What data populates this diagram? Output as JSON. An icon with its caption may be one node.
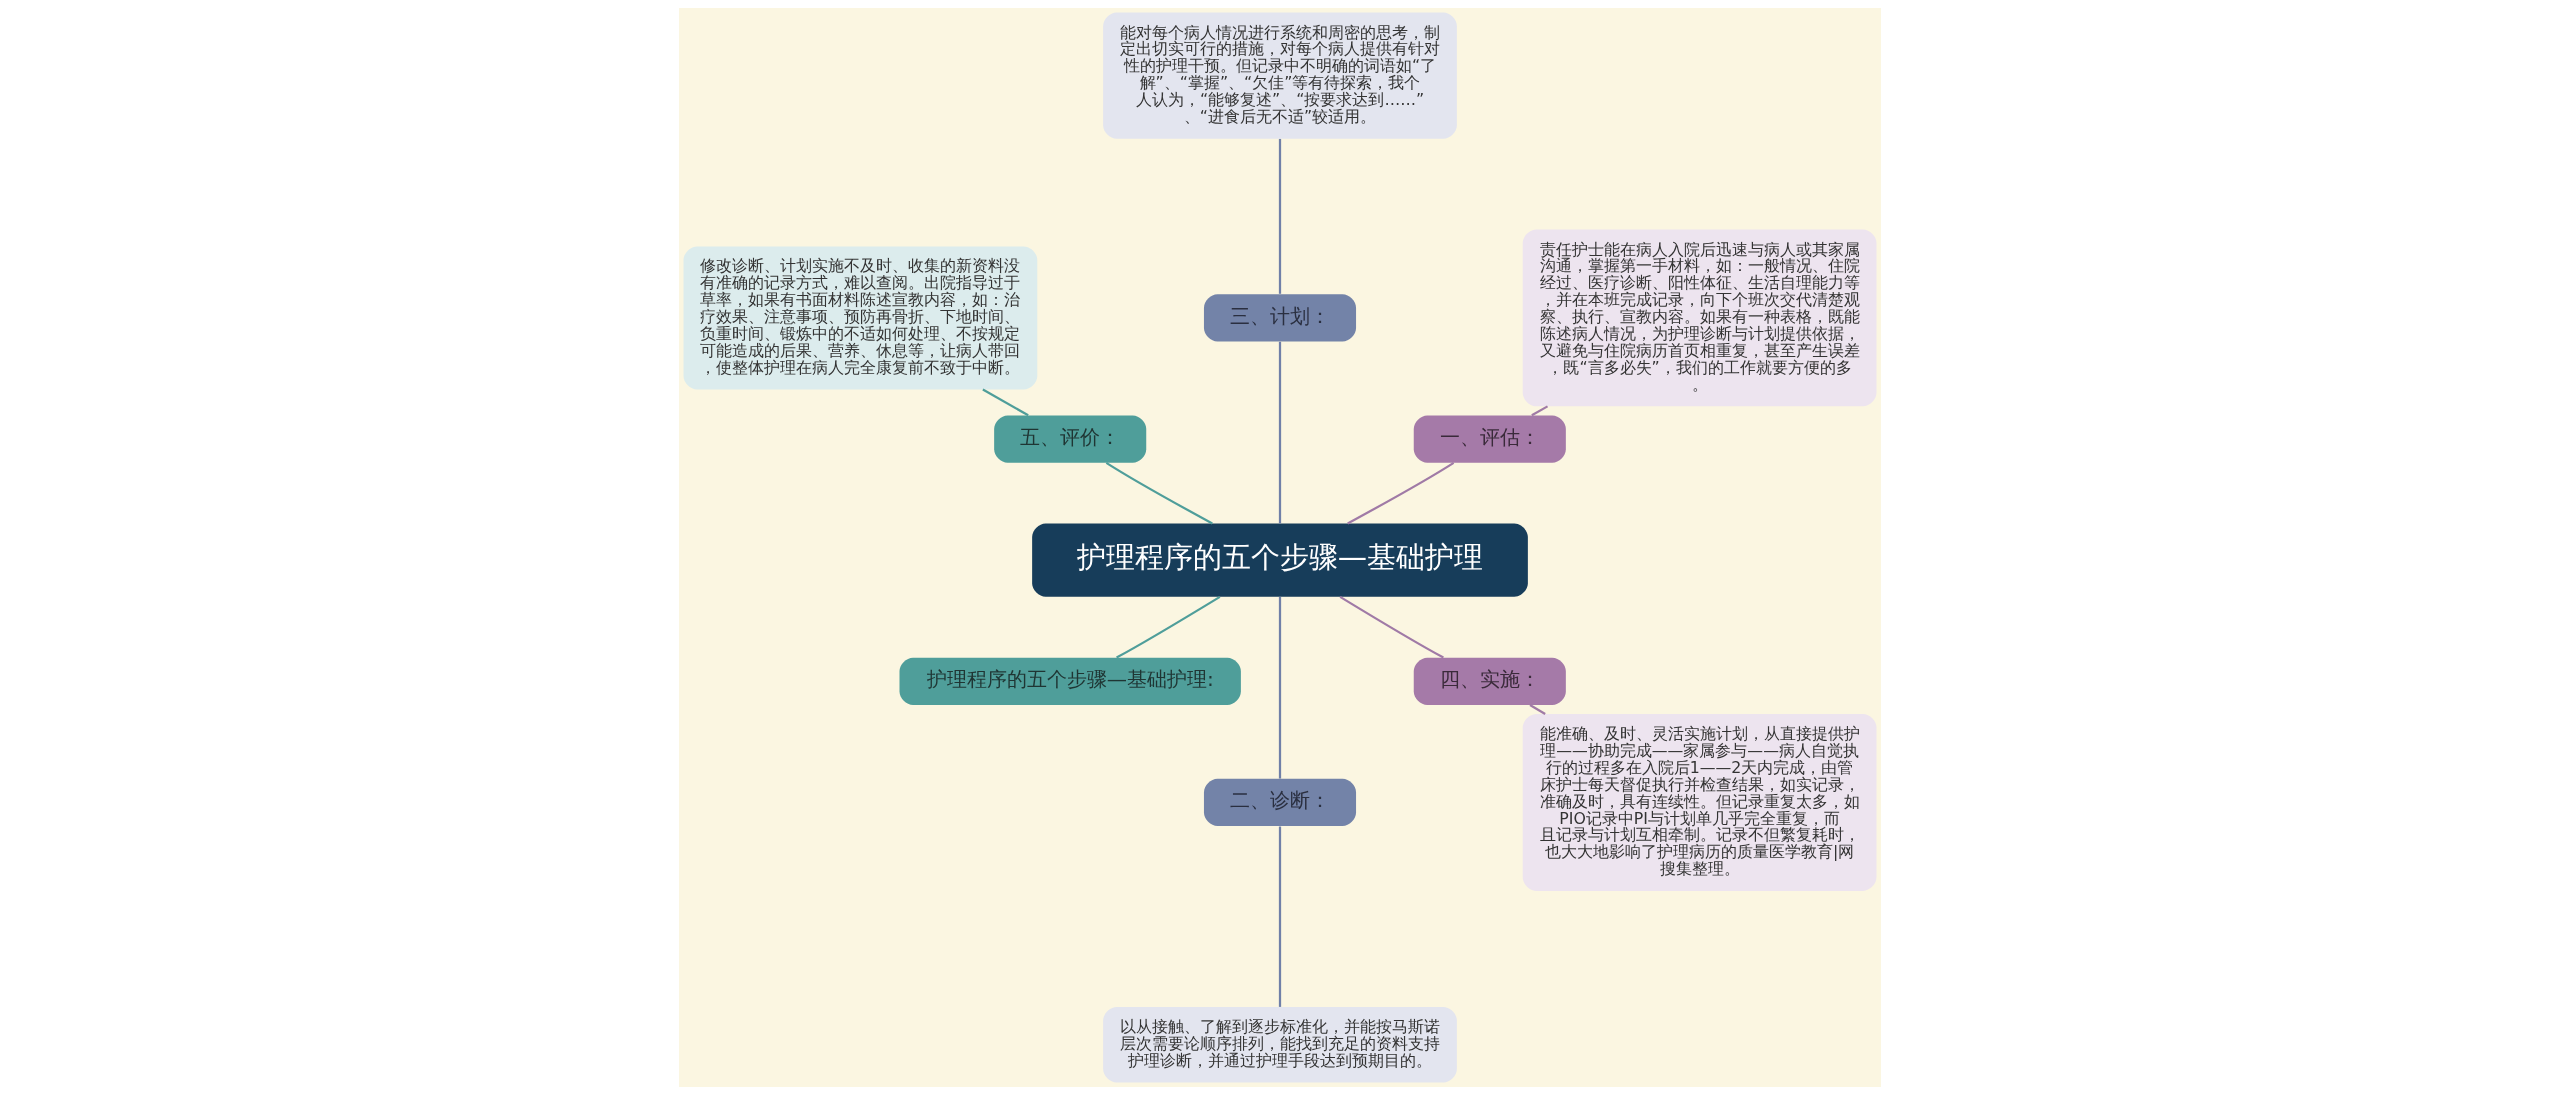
{
  "diagram": {
    "nodes": [
      {
        "text": [
          "护理程序的五个步骤—基础护理"
        ]
      },
      {
        "text": [
          "一、评估："
        ]
      },
      {
        "text": [
          "责任护士能在病人入院后迅速与病人或其家属沟通，掌握第一手材料，如：一般情况、住院经过、医疗诊断、阳性体征、生活自理能力等，并在本班完成记录，向下个班次交代清楚观察、执行、宣教内容。如果有一种表格，既能陈述病人情况，为护理诊断与计划提供依据，又避免与住院病历首页相重复，甚至产生误差，既“言多必失”，我们的工作就要方便的多。"
        ]
      },
      {
        "text": [
          "三、计划："
        ]
      },
      {
        "text": [
          "能对每个病人情况进行系统和周密的思考，制定出切实可行的措施，对每个病人提供有针对性的护理干预。但记录中不明确的词语如“了解”、“掌握”、“欠佳”等有待探索，我个人认为，“能够复述”、“按要求达到……”、“进食后无不适”较适用。"
        ]
      },
      {
        "text": [
          "五、评价："
        ]
      },
      {
        "text": [
          "修改诊断、计划实施不及时、收集的新资料没有准确的记录方式，难以查阅。出院指导过于草率，如果有书面材料陈述宣教内容，如：治疗效果、注意事项、预防再骨折、下地时间、负重时间、锻炼中的不适如何处理、不按规定可能造成的后果、营养、休息等，让病人带回，使整体护理在病人完全康复前不致于中断。"
        ]
      },
      {
        "text": [
          "护理程序的五个步骤—基础护理:"
        ]
      },
      {
        "text": [
          "二、诊断："
        ]
      },
      {
        "text": [
          "以从接触、了解到逐步标准化，并能按马斯诺层次需要论顺序排列，能找到充足的资料支持护理诊断，并通过护理手段达到预期目的。"
        ]
      },
      {
        "text": [
          "四、实施："
        ]
      },
      {
        "text": [
          "能准确、及时、灵活实施计划，从直接提供护理——协助完成——家属参与——病人自觉执行的过程多在入院后1——2天内完成，由管床护士每天督促执行并检查结果，如实记录，准确及时，具有连续性。但记录重复太多，如PIO记录中PI与计划单几乎完全重复，而且记录与计划互相牵制。记录不但繁复耗时，也大大地影响了护理病历的质量医学教育|网搜集整理。"
        ]
      }
    ],
    "edges": [
      {
        "from": 0,
        "to": 1,
        "arrow": "none",
        "color": "#a07aa6"
      },
      {
        "from": 1,
        "to": 2,
        "arrow": "none",
        "color": "#a07aa6"
      },
      {
        "from": 0,
        "to": 3,
        "arrow": "none",
        "color": "#7080a8"
      },
      {
        "from": 3,
        "to": 4,
        "arrow": "none",
        "color": "#7080a8"
      },
      {
        "from": 0,
        "to": 5,
        "arrow": "none",
        "color": "#4f9e9a"
      },
      {
        "from": 5,
        "to": 6,
        "arrow": "none",
        "color": "#4f9e9a"
      },
      {
        "from": 0,
        "to": 7,
        "arrow": "none",
        "color": "#4f9e9a"
      },
      {
        "from": 0,
        "to": 8,
        "arrow": "none",
        "color": "#7080a8"
      },
      {
        "from": 8,
        "to": 9,
        "arrow": "none",
        "color": "#7080a8"
      },
      {
        "from": 0,
        "to": 10,
        "arrow": "none",
        "color": "#a07aa6"
      },
      {
        "from": 10,
        "to": 11,
        "arrow": "none",
        "color": "#a07aa6"
      }
    ]
  }
}
